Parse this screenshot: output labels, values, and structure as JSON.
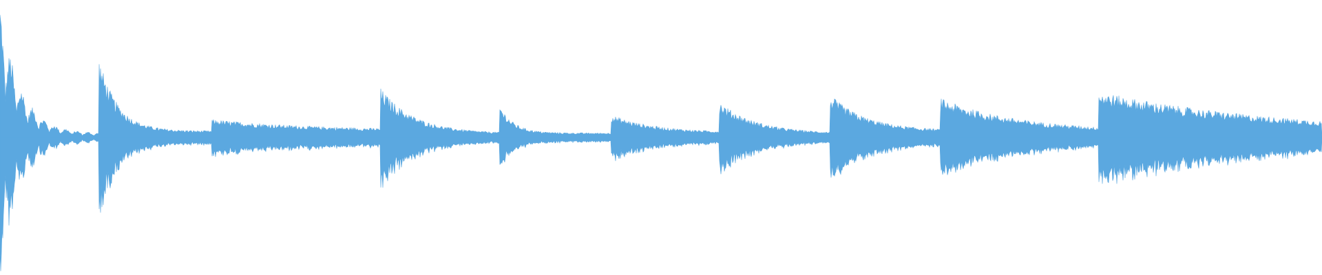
{
  "waveform": {
    "color": "#5ba8e0",
    "background": "#ffffff",
    "segments": [
      {
        "start": 0.0,
        "end": 0.075,
        "peak": 0.42,
        "tail": 0.012,
        "decay": 5.0,
        "osc": true
      },
      {
        "start": 0.075,
        "end": 0.16,
        "peak": 0.24,
        "tail": 0.02,
        "decay": 6.0,
        "osc": false
      },
      {
        "start": 0.16,
        "end": 0.288,
        "peak": 0.055,
        "tail": 0.02,
        "decay": 1.5,
        "osc": false
      },
      {
        "start": 0.288,
        "end": 0.378,
        "peak": 0.15,
        "tail": 0.012,
        "decay": 3.5,
        "osc": false
      },
      {
        "start": 0.378,
        "end": 0.462,
        "peak": 0.1,
        "tail": 0.014,
        "decay": 8.0,
        "osc": false
      },
      {
        "start": 0.462,
        "end": 0.544,
        "peak": 0.07,
        "tail": 0.015,
        "decay": 2.5,
        "osc": false
      },
      {
        "start": 0.544,
        "end": 0.628,
        "peak": 0.11,
        "tail": 0.012,
        "decay": 3.0,
        "osc": false
      },
      {
        "start": 0.628,
        "end": 0.711,
        "peak": 0.13,
        "tail": 0.02,
        "decay": 3.0,
        "osc": false
      },
      {
        "start": 0.711,
        "end": 0.831,
        "peak": 0.12,
        "tail": 0.018,
        "decay": 2.0,
        "osc": false
      },
      {
        "start": 0.831,
        "end": 1.0,
        "peak": 0.14,
        "tail": 0.012,
        "decay": 1.2,
        "osc": false
      }
    ]
  }
}
